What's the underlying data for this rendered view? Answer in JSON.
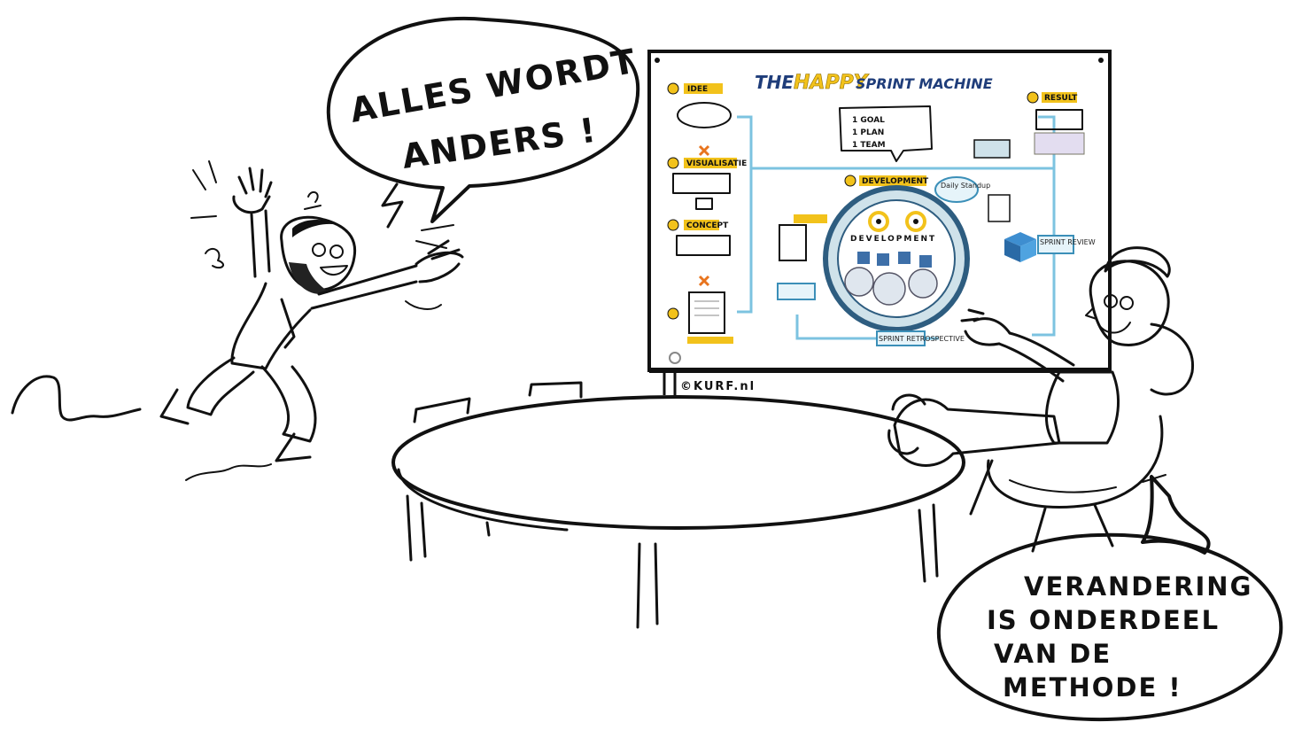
{
  "speech_left": {
    "line1": "ALLES WORDT",
    "line2": "ANDERS !"
  },
  "speech_right": {
    "line1": "VERANDERING",
    "line2": "IS ONDERDEEL",
    "line3": "VAN DE",
    "line4": "METHODE !"
  },
  "poster": {
    "title_the": "THE",
    "title_happy": "HAPPY",
    "title_rest": "SPRINT MACHINE",
    "goal_lines": [
      "1 GOAL",
      "1 PLAN",
      "1 TEAM"
    ],
    "steps_left": [
      "IDEE",
      "VISUALISATIE",
      "CONCEPT",
      ""
    ],
    "development_label": "DEVELOPMENT",
    "wheel_text": "DEVELOPMENT",
    "daily_standup": "Daily Standup",
    "sprint_review": "SPRINT REVIEW",
    "result_label": "RESULT",
    "sprint_retro": "SPRINT RETROSPECTIVE",
    "credit": "©KURF.nl"
  },
  "colors": {
    "ink": "#111111",
    "poster_yellow": "#f2c21b",
    "poster_blue": "#7cc3e0",
    "poster_title_blue": "#1f3d7a"
  }
}
